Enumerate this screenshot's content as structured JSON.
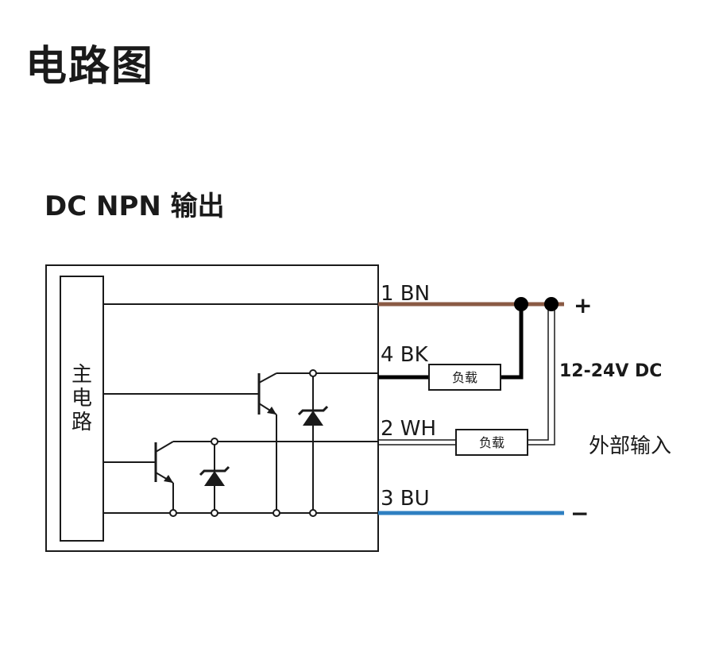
{
  "title": "电路图",
  "subtitle": "DC NPN 输出",
  "main_circuit_label": [
    "主",
    "电",
    "路"
  ],
  "wires": [
    {
      "label": "1 BN",
      "color": "#8a5a44"
    },
    {
      "label": "4 BK",
      "color": "#000000"
    },
    {
      "label": "2 WH",
      "color": "#ffffff"
    },
    {
      "label": "3 BU",
      "color": "#2e7fc1"
    }
  ],
  "load_label": "负载",
  "supply_label": "12-24V DC",
  "plus": "+",
  "minus": "−",
  "external_input": "外部输入"
}
